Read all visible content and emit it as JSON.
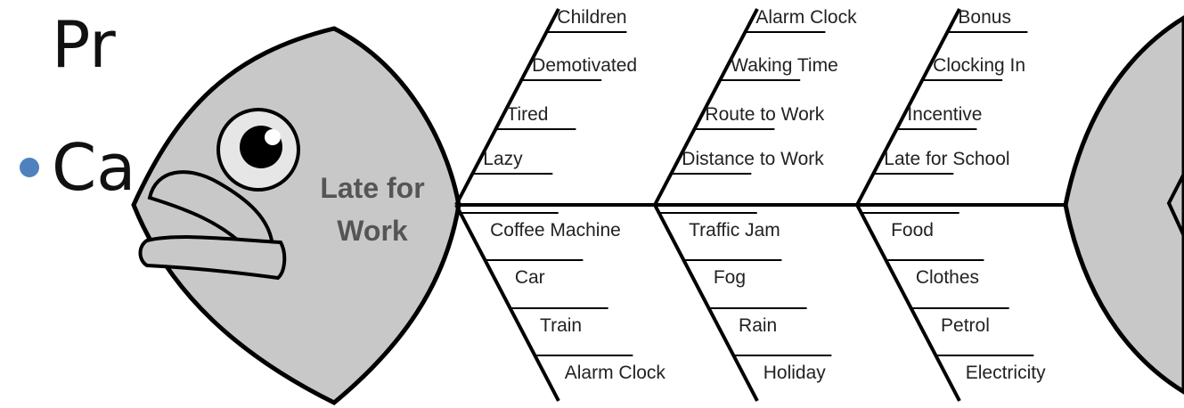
{
  "slide": {
    "title_partial": "Pr",
    "bullet_partial": "Ca",
    "bullet_color": "#4f81bd"
  },
  "fishbone": {
    "problem": [
      "Late for",
      "Work"
    ],
    "colors": {
      "fill": "#c8c8c8",
      "stroke": "#000000",
      "eye_ring": "#e6e6e6"
    },
    "upper_groups": [
      [
        "Children",
        "Demotivated",
        "Tired",
        "Lazy"
      ],
      [
        "Alarm Clock",
        "Waking Time",
        "Route to Work",
        "Distance to Work"
      ],
      [
        "Bonus",
        "Clocking In",
        "Incentive",
        "Late for School"
      ]
    ],
    "lower_groups": [
      [
        "Coffee Machine",
        "Car",
        "Train",
        "Alarm Clock"
      ],
      [
        "Traffic Jam",
        "Fog",
        "Rain",
        "Holiday"
      ],
      [
        "Food",
        "Clothes",
        "Petrol",
        "Electricity"
      ]
    ]
  }
}
